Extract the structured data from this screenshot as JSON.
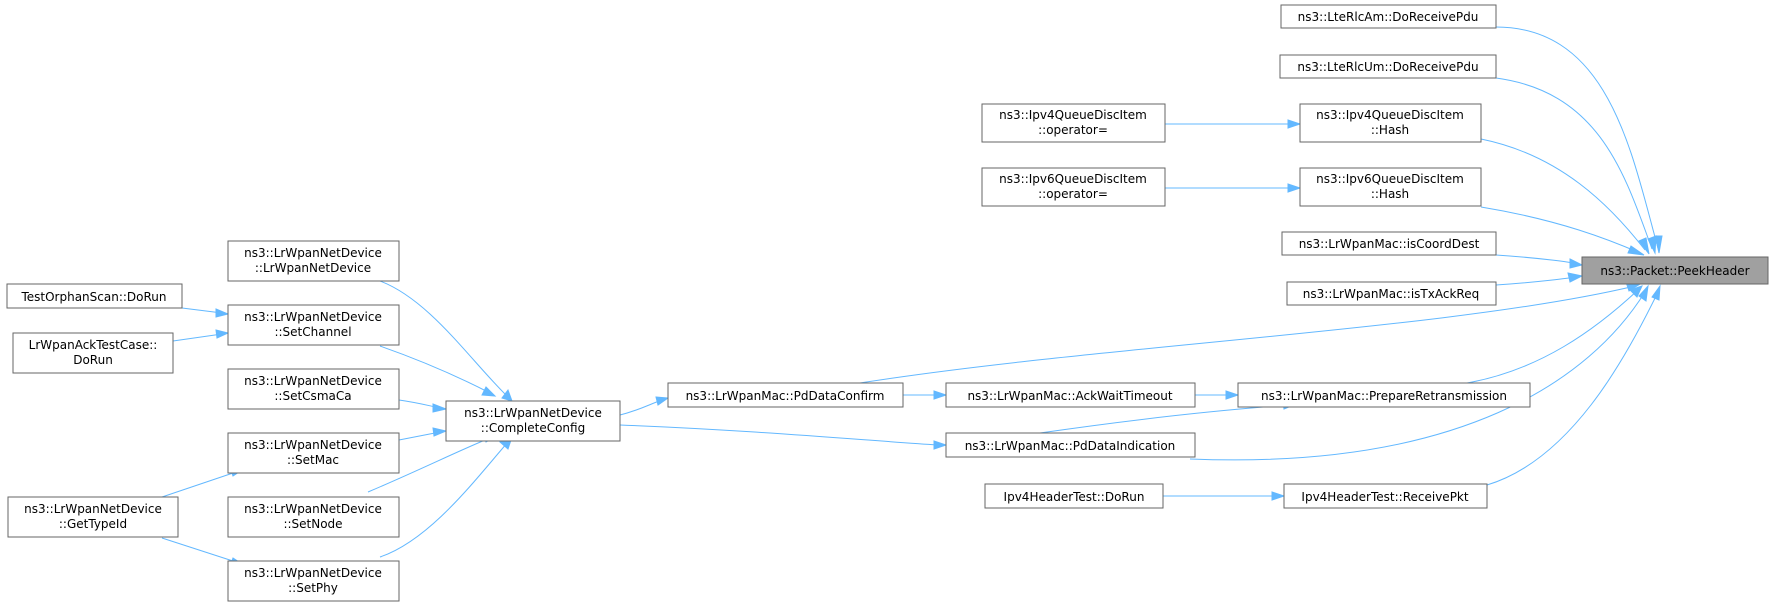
{
  "graph": {
    "nodes": [
      {
        "id": "root",
        "lines": [
          "ns3::Packet::PeekHeader"
        ]
      },
      {
        "id": "lteam",
        "lines": [
          "ns3::LteRlcAm::DoReceivePdu"
        ]
      },
      {
        "id": "lteum",
        "lines": [
          "ns3::LteRlcUm::DoReceivePdu"
        ]
      },
      {
        "id": "ipv4hash",
        "lines": [
          "ns3::Ipv4QueueDiscItem",
          "::Hash"
        ]
      },
      {
        "id": "ipv4op",
        "lines": [
          "ns3::Ipv4QueueDiscItem",
          "::operator="
        ]
      },
      {
        "id": "ipv6hash",
        "lines": [
          "ns3::Ipv6QueueDiscItem",
          "::Hash"
        ]
      },
      {
        "id": "ipv6op",
        "lines": [
          "ns3::Ipv6QueueDiscItem",
          "::operator="
        ]
      },
      {
        "id": "iscoord",
        "lines": [
          "ns3::LrWpanMac::isCoordDest"
        ]
      },
      {
        "id": "istxack",
        "lines": [
          "ns3::LrWpanMac::isTxAckReq"
        ]
      },
      {
        "id": "pddataconf",
        "lines": [
          "ns3::LrWpanMac::PdDataConfirm"
        ]
      },
      {
        "id": "ackwait",
        "lines": [
          "ns3::LrWpanMac::AckWaitTimeout"
        ]
      },
      {
        "id": "prepretx",
        "lines": [
          "ns3::LrWpanMac::PrepareRetransmission"
        ]
      },
      {
        "id": "pddataind",
        "lines": [
          "ns3::LrWpanMac::PdDataIndication"
        ]
      },
      {
        "id": "recvpkt",
        "lines": [
          "Ipv4HeaderTest::ReceivePkt"
        ]
      },
      {
        "id": "ipv4hdrrun",
        "lines": [
          "Ipv4HeaderTest::DoRun"
        ]
      },
      {
        "id": "completecfg",
        "lines": [
          "ns3::LrWpanNetDevice",
          "::CompleteConfig"
        ]
      },
      {
        "id": "ctor",
        "lines": [
          "ns3::LrWpanNetDevice",
          "::LrWpanNetDevice"
        ]
      },
      {
        "id": "setchannel",
        "lines": [
          "ns3::LrWpanNetDevice",
          "::SetChannel"
        ]
      },
      {
        "id": "setcsma",
        "lines": [
          "ns3::LrWpanNetDevice",
          "::SetCsmaCa"
        ]
      },
      {
        "id": "setmac",
        "lines": [
          "ns3::LrWpanNetDevice",
          "::SetMac"
        ]
      },
      {
        "id": "setnode",
        "lines": [
          "ns3::LrWpanNetDevice",
          "::SetNode"
        ]
      },
      {
        "id": "setphy",
        "lines": [
          "ns3::LrWpanNetDevice",
          "::SetPhy"
        ]
      },
      {
        "id": "orphan",
        "lines": [
          "TestOrphanScan::DoRun"
        ]
      },
      {
        "id": "acktest",
        "lines": [
          "LrWpanAckTestCase::",
          "DoRun"
        ]
      },
      {
        "id": "gettypeid",
        "lines": [
          "ns3::LrWpanNetDevice",
          "::GetTypeId"
        ]
      }
    ]
  }
}
